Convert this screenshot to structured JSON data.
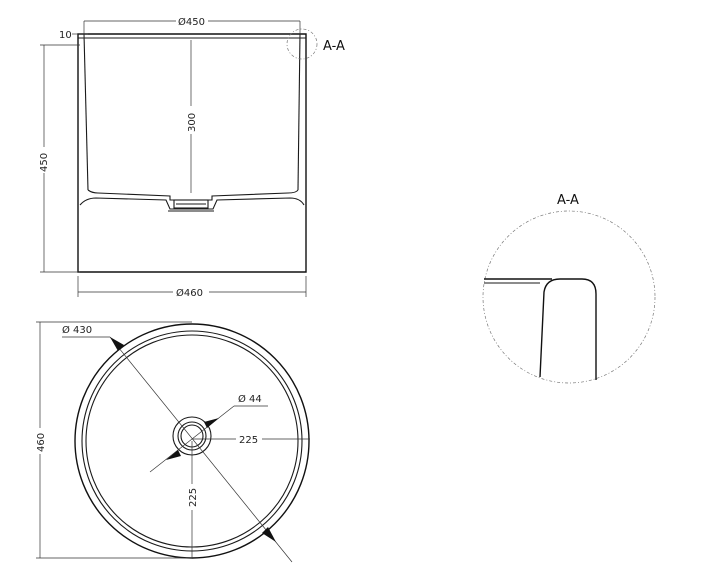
{
  "dimensions": {
    "top_diameter": "Ø450",
    "bottom_diameter": "Ø460",
    "height": "450",
    "bowl_depth": "300",
    "rim_offset": "10",
    "inner_diameter": "Ø 430",
    "outer_height_plan": "460",
    "drain_diameter": "Ø 44",
    "drain_offset_x": "225",
    "drain_offset_y": "225"
  },
  "section": {
    "label": "A-A",
    "detail_title": "A-A"
  }
}
